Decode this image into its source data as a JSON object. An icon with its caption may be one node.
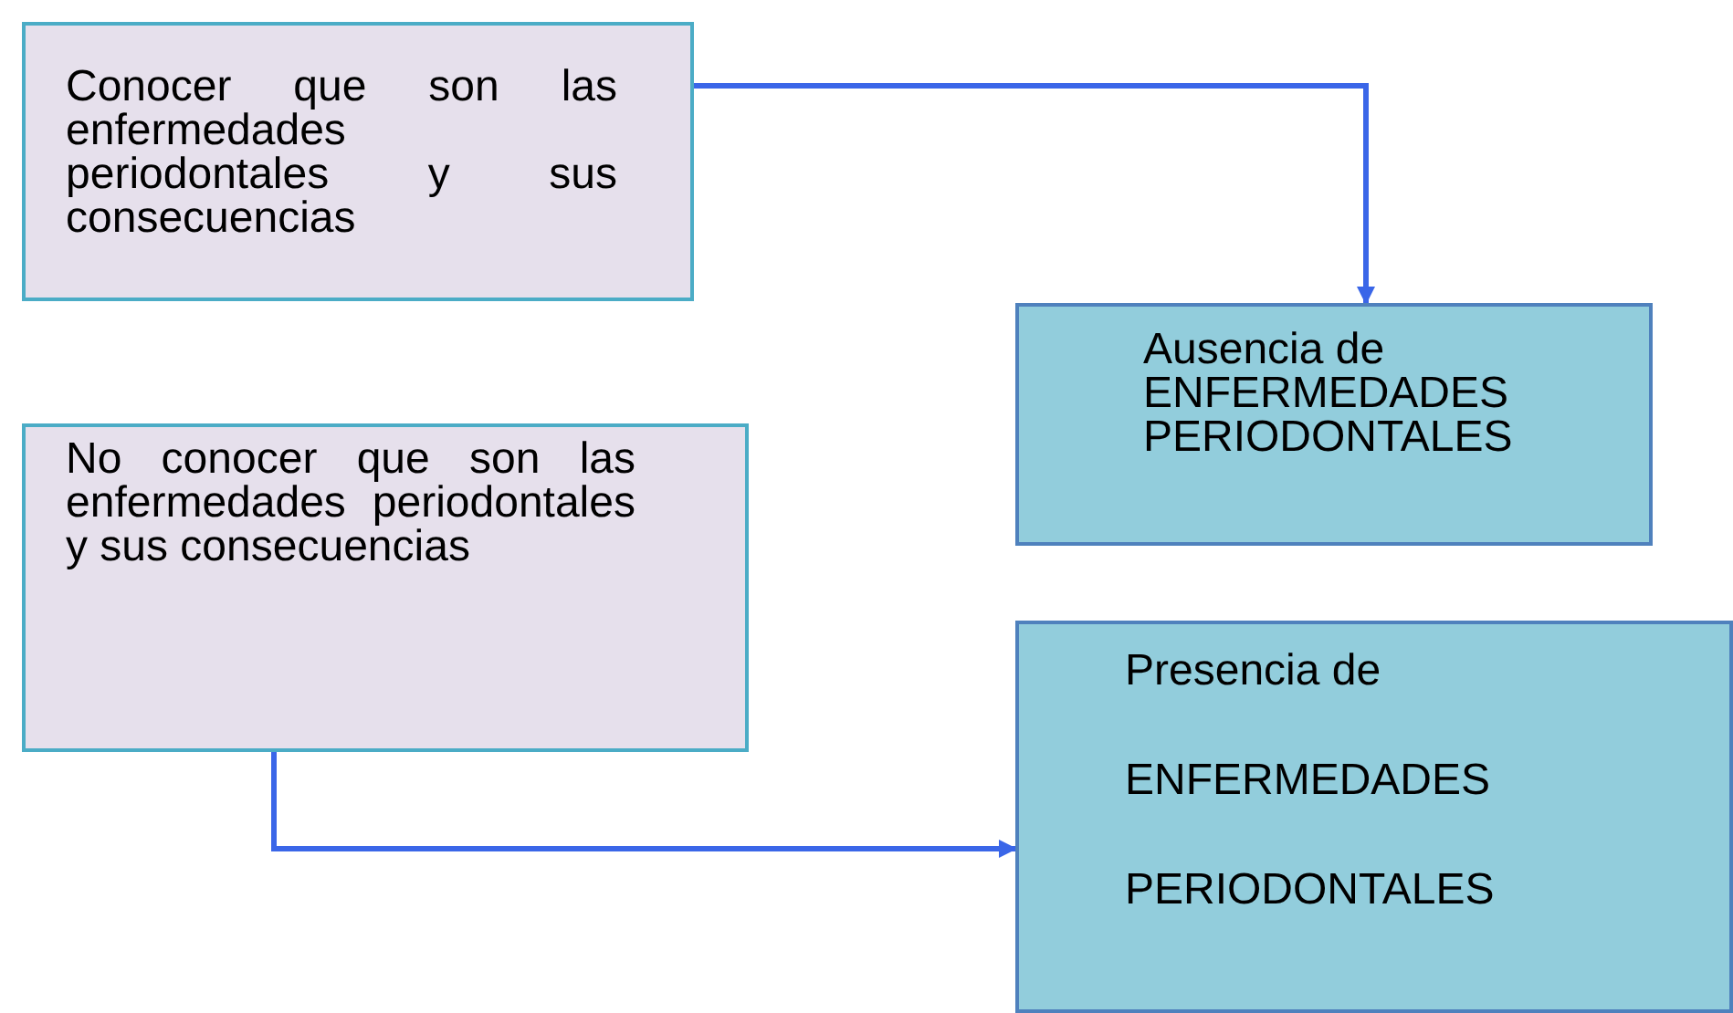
{
  "diagram": {
    "nodes": [
      {
        "text": [
          "Conocer que son las enfermedades periodontales y sus consecuencias"
        ]
      },
      {
        "text": [
          "Ausencia de ENFERMEDADES PERIODONTALES"
        ]
      },
      {
        "text": [
          "No conocer que son las enfermedades periodontales y sus consecuencias"
        ]
      },
      {
        "text": [
          "Presencia de",
          "ENFERMEDADES",
          "PERIODONTALES"
        ]
      }
    ],
    "edges": [
      {
        "from": 0,
        "to": 1,
        "arrow": "to"
      },
      {
        "from": 2,
        "to": 3,
        "arrow": "to"
      }
    ]
  }
}
